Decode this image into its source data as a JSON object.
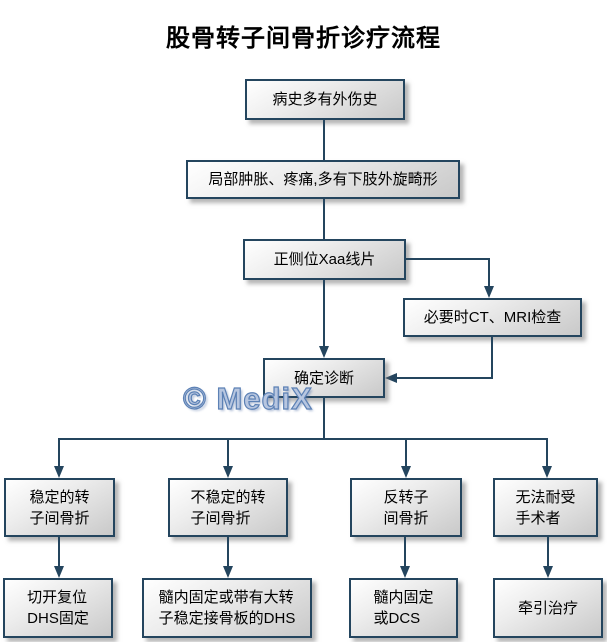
{
  "title": "股骨转子间骨折诊疗流程",
  "watermark": "© MediX",
  "colors": {
    "line": "#24455e",
    "box_border": "#24455e",
    "box_fill_light": "#ffffff",
    "box_fill_dark": "#c9c9c9",
    "watermark_fill": "#b7c6e0",
    "watermark_stroke": "#5c81b5",
    "title_color": "#000000"
  },
  "nodes": {
    "history": {
      "lines": [
        "病史多有外伤史"
      ]
    },
    "symptoms": {
      "lines": [
        "局部肿胀、疼痛,多有下肢外旋畸形"
      ]
    },
    "xray": {
      "lines": [
        "正侧位Xaa线片"
      ]
    },
    "ctmri": {
      "lines": [
        "必要时CT、MRI检查"
      ]
    },
    "diagnosis": {
      "lines": [
        "确定诊断"
      ]
    },
    "stable": {
      "lines": [
        "稳定的转",
        "子间骨折"
      ]
    },
    "unstable": {
      "lines": [
        "不稳定的转",
        "子间骨折"
      ]
    },
    "reverse": {
      "lines": [
        "反转子",
        "间骨折"
      ]
    },
    "intolerant": {
      "lines": [
        "无法耐受",
        "手术者"
      ]
    },
    "stable_tx": {
      "lines": [
        "切开复位",
        "DHS固定"
      ]
    },
    "unstable_tx": {
      "lines": [
        "髓内固定或带有大转",
        "子稳定接骨板的DHS"
      ]
    },
    "reverse_tx": {
      "lines": [
        "髓内固定",
        "或DCS"
      ]
    },
    "traction_tx": {
      "lines": [
        "牵引治疗"
      ]
    }
  }
}
